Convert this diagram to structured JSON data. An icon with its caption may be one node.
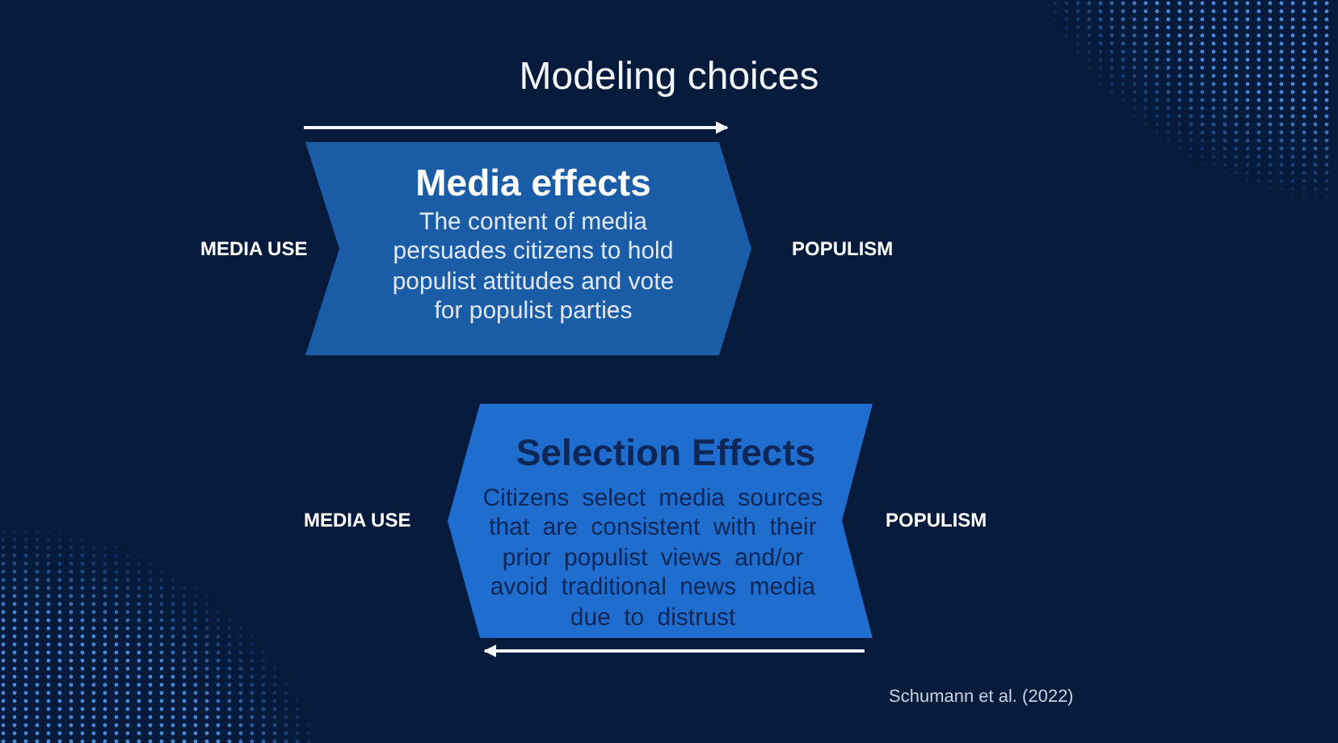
{
  "diagram": {
    "title": "Modeling choices",
    "nodes": [
      {
        "text": [
          "Media effects",
          "The content of media persuades citizens to hold populist attitudes and vote for populist parties"
        ]
      },
      {
        "text": [
          "Selection Effects",
          "Citizens select media sources that are consistent with their prior populist views and/or avoid traditional news media due to distrust"
        ]
      }
    ],
    "labels": [
      "MEDIA USE",
      "POPULISM",
      "MEDIA USE",
      "POPULISM",
      "Schumann et al. (2022)"
    ]
  }
}
